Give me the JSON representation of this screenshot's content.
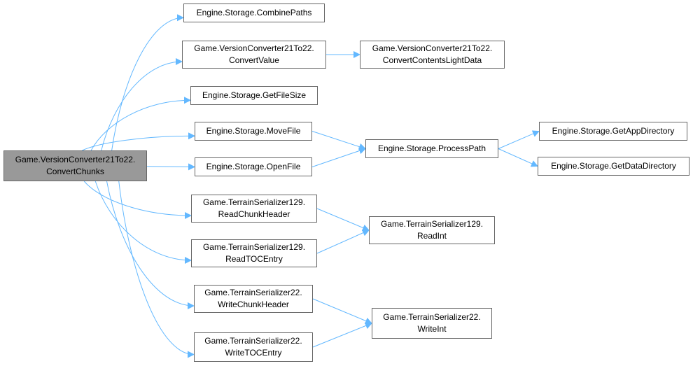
{
  "colors": {
    "edge": "#63B8FF",
    "node_border": "#666666",
    "root_fill": "#999999",
    "node_fill": "#ffffff"
  },
  "nodes": {
    "root": {
      "l1": "Game.VersionConverter21To22.",
      "l2": "ConvertChunks"
    },
    "combinePaths": {
      "l1": "Engine.Storage.CombinePaths"
    },
    "convertValue": {
      "l1": "Game.VersionConverter21To22.",
      "l2": "ConvertValue"
    },
    "convertLight": {
      "l1": "Game.VersionConverter21To22.",
      "l2": "ConvertContentsLightData"
    },
    "getFileSize": {
      "l1": "Engine.Storage.GetFileSize"
    },
    "moveFile": {
      "l1": "Engine.Storage.MoveFile"
    },
    "openFile": {
      "l1": "Engine.Storage.OpenFile"
    },
    "processPath": {
      "l1": "Engine.Storage.ProcessPath"
    },
    "getAppDir": {
      "l1": "Engine.Storage.GetAppDirectory"
    },
    "getDataDir": {
      "l1": "Engine.Storage.GetDataDirectory"
    },
    "readChunkHeader": {
      "l1": "Game.TerrainSerializer129.",
      "l2": "ReadChunkHeader"
    },
    "readTOCEntry": {
      "l1": "Game.TerrainSerializer129.",
      "l2": "ReadTOCEntry"
    },
    "readInt": {
      "l1": "Game.TerrainSerializer129.",
      "l2": "ReadInt"
    },
    "writeChunkHeader": {
      "l1": "Game.TerrainSerializer22.",
      "l2": "WriteChunkHeader"
    },
    "writeTOCEntry": {
      "l1": "Game.TerrainSerializer22.",
      "l2": "WriteTOCEntry"
    },
    "writeInt": {
      "l1": "Game.TerrainSerializer22.",
      "l2": "WriteInt"
    }
  },
  "edges": [
    [
      "root",
      "combinePaths"
    ],
    [
      "root",
      "convertValue"
    ],
    [
      "root",
      "getFileSize"
    ],
    [
      "root",
      "moveFile"
    ],
    [
      "root",
      "openFile"
    ],
    [
      "root",
      "readChunkHeader"
    ],
    [
      "root",
      "readTOCEntry"
    ],
    [
      "root",
      "writeChunkHeader"
    ],
    [
      "root",
      "writeTOCEntry"
    ],
    [
      "convertValue",
      "convertLight"
    ],
    [
      "moveFile",
      "processPath"
    ],
    [
      "openFile",
      "processPath"
    ],
    [
      "processPath",
      "getAppDir"
    ],
    [
      "processPath",
      "getDataDir"
    ],
    [
      "readChunkHeader",
      "readInt"
    ],
    [
      "readTOCEntry",
      "readInt"
    ],
    [
      "writeChunkHeader",
      "writeInt"
    ],
    [
      "writeTOCEntry",
      "writeInt"
    ]
  ]
}
